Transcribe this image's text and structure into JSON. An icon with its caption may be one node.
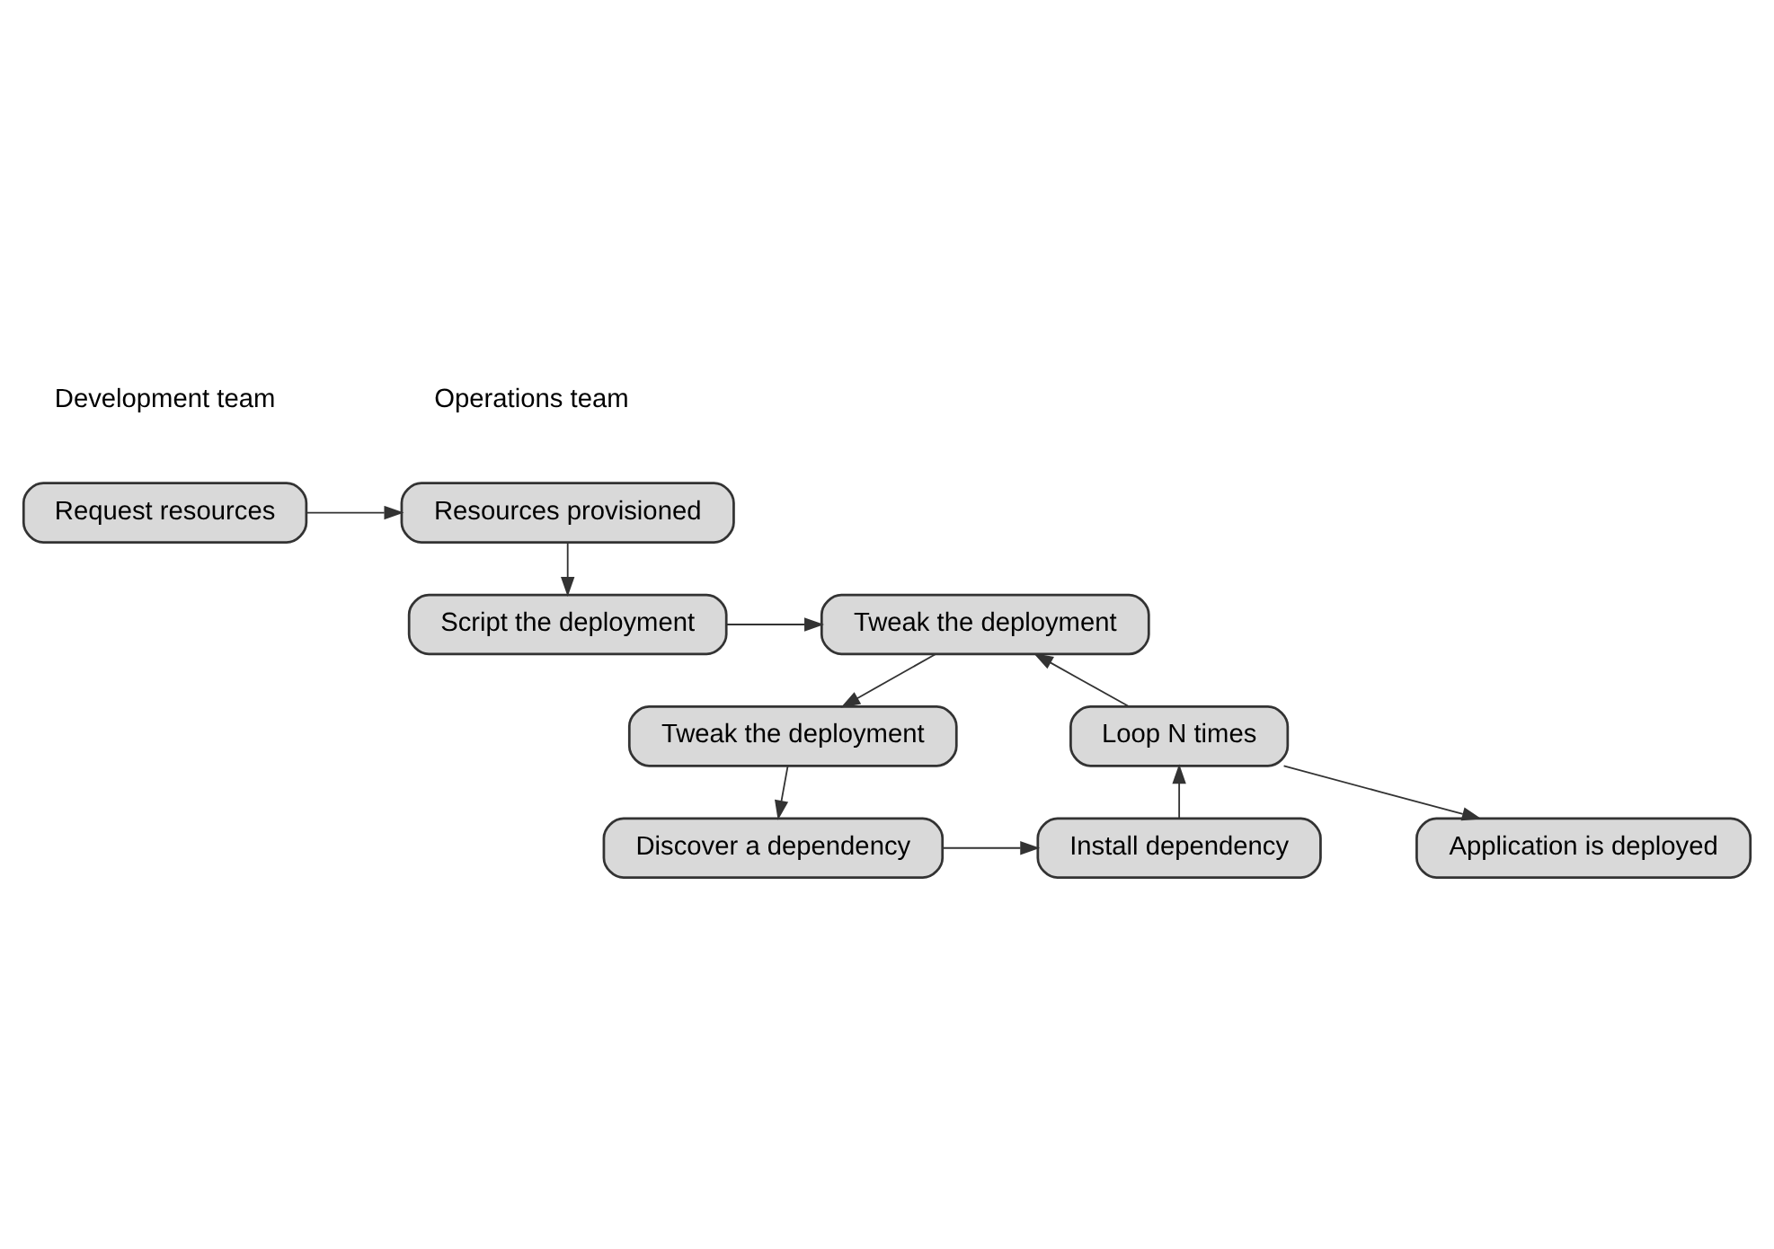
{
  "diagram": {
    "nodes": [
      {
        "text": [
          "Request resources"
        ]
      },
      {
        "text": [
          "Resources provisioned"
        ]
      },
      {
        "text": [
          "Script the deployment"
        ]
      },
      {
        "text": [
          "Tweak the deployment"
        ]
      },
      {
        "text": [
          "Tweak the deployment"
        ]
      },
      {
        "text": [
          "Discover a dependency"
        ]
      },
      {
        "text": [
          "Install dependency"
        ]
      },
      {
        "text": [
          "Loop N times"
        ]
      },
      {
        "text": [
          "Application is deployed"
        ]
      }
    ],
    "edges": [
      {
        "from": 0,
        "to": 1,
        "arrow": "to"
      },
      {
        "from": 1,
        "to": 2,
        "arrow": "to"
      },
      {
        "from": 2,
        "to": 3,
        "arrow": "to"
      },
      {
        "from": 3,
        "to": 4,
        "arrow": "to"
      },
      {
        "from": 4,
        "to": 5,
        "arrow": "to"
      },
      {
        "from": 5,
        "to": 6,
        "arrow": "to"
      },
      {
        "from": 6,
        "to": 7,
        "arrow": "to"
      },
      {
        "from": 7,
        "to": 3,
        "arrow": "to"
      },
      {
        "from": 7,
        "to": 8,
        "arrow": "to"
      }
    ],
    "labels": [
      "Development team",
      "Operations team"
    ]
  }
}
